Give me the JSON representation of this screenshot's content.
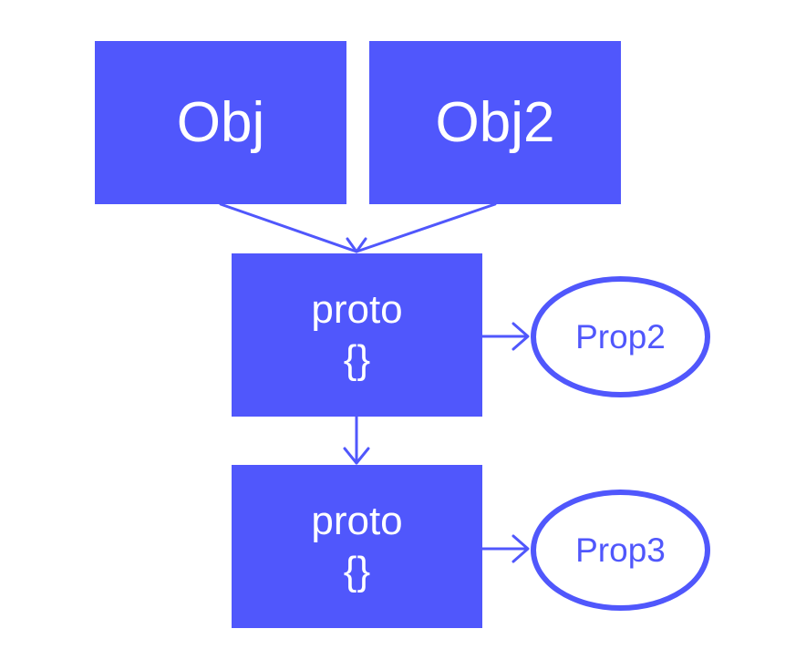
{
  "diagram": {
    "nodes": {
      "obj": {
        "label": "Obj"
      },
      "obj2": {
        "label": "Obj2"
      },
      "proto1": {
        "label": "proto",
        "sub": "{}"
      },
      "proto2": {
        "label": "proto",
        "sub": "{}"
      },
      "prop2": {
        "label": "Prop2"
      },
      "prop3": {
        "label": "Prop3"
      }
    },
    "edges": [
      {
        "from": "obj",
        "to": "proto1"
      },
      {
        "from": "obj2",
        "to": "proto1"
      },
      {
        "from": "proto1",
        "to": "proto2"
      },
      {
        "from": "proto1",
        "to": "prop2"
      },
      {
        "from": "proto2",
        "to": "prop3"
      }
    ],
    "colors": {
      "box_fill": "#5057fc",
      "box_text": "#ffffff",
      "line": "#5057fc",
      "ellipse_stroke": "#5057fc",
      "ellipse_text": "#5057fc"
    }
  }
}
